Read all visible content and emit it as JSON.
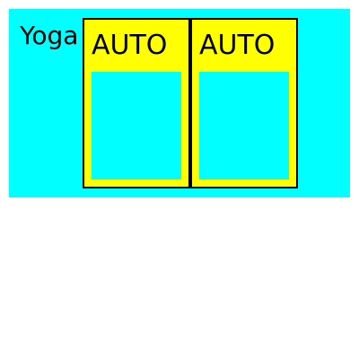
{
  "panel": {
    "label": "Yoga",
    "background_color": "#00ffff"
  },
  "cards": [
    {
      "title": "AUTO"
    },
    {
      "title": "AUTO"
    }
  ],
  "colors": {
    "card_background": "#ffff00",
    "card_border": "#000000",
    "slot_background": "#00ffff"
  }
}
